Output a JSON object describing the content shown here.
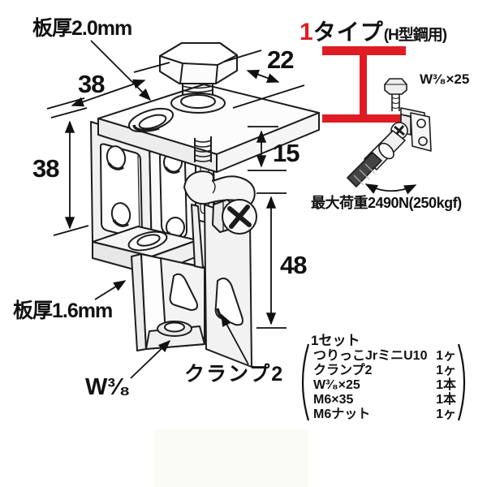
{
  "drawing": {
    "labels": {
      "plate_thickness_top": "板厚2.0mm",
      "plate_thickness_bottom": "板厚1.6mm",
      "thread_size": "W³⁄₈",
      "clamp_name": "クランプ2"
    },
    "dimensions": {
      "top_width": "38",
      "bolt_head": "22",
      "left_height": "38",
      "gap": "15",
      "bracket_height": "48"
    }
  },
  "type_section": {
    "type_number": "1",
    "type_name": "タイプ",
    "type_note": "(H型鋼用)",
    "bolt_spec": "W³⁄₈×25",
    "max_load": "最大荷重2490N(250kgf)"
  },
  "parts_list": {
    "title": "1セット",
    "items": [
      {
        "name": "つりっこJrミニU10",
        "qty": "1ヶ"
      },
      {
        "name": "クランプ2",
        "qty": "1ヶ"
      },
      {
        "name": "W³⁄₈×25",
        "qty": "1本"
      },
      {
        "name": "M6×35",
        "qty": "1本"
      },
      {
        "name": "M6ナット",
        "qty": "1ヶ"
      }
    ]
  },
  "colors": {
    "accent_red": "#df1c24",
    "line_color": "#1c1c1c"
  }
}
